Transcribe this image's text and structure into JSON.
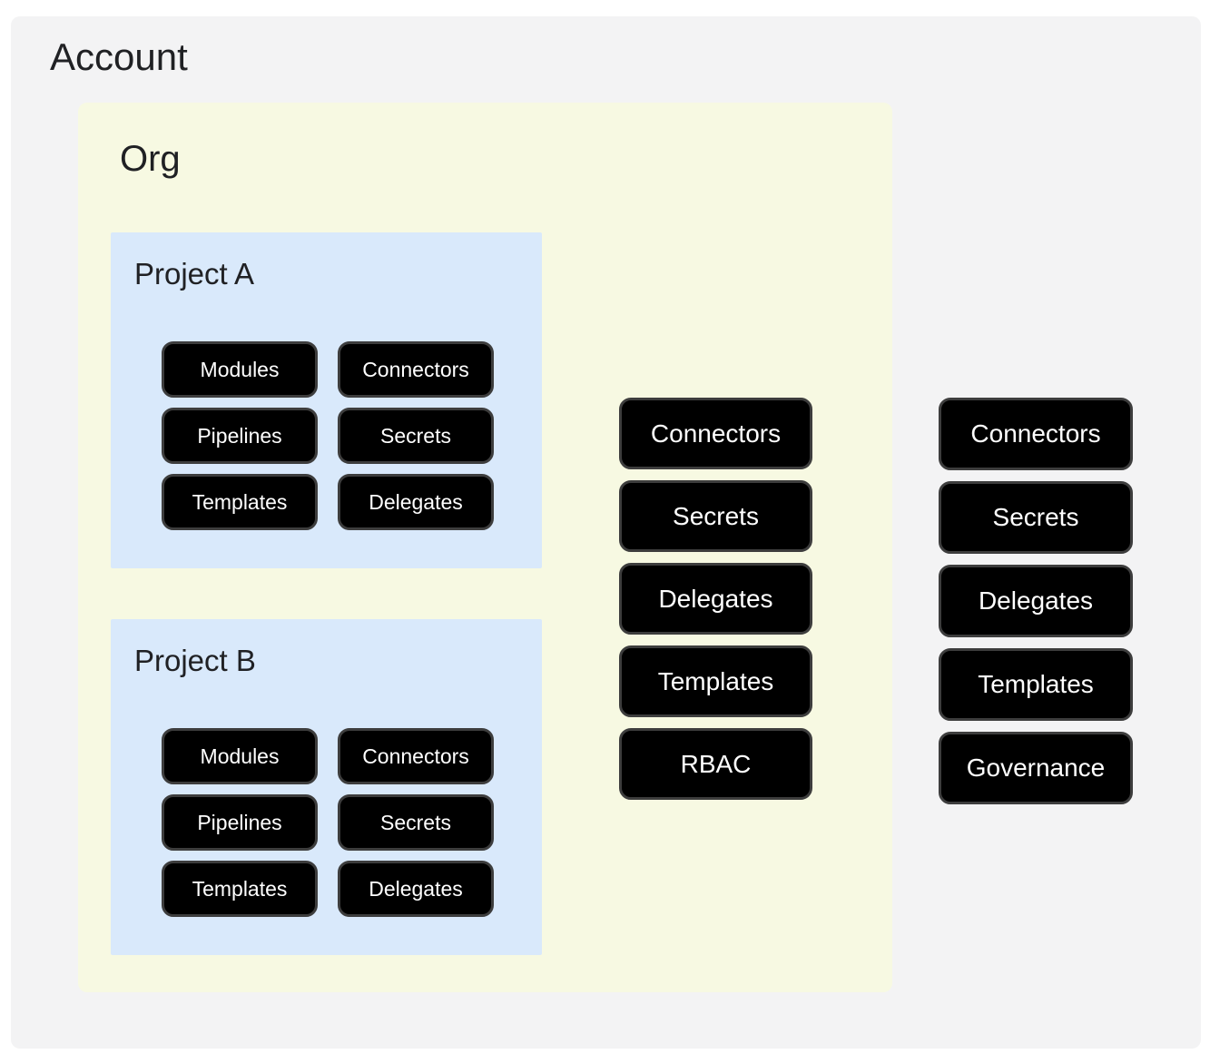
{
  "colors": {
    "page_bg": "#ffffff",
    "account_bg": "#f3f3f4",
    "org_bg": "#f7f9e2",
    "project_bg": "#d9e9fb",
    "pill_bg": "#000000",
    "pill_border": "#3d3d3d",
    "pill_text": "#ffffff",
    "title_text": "#202124"
  },
  "account": {
    "title": "Account",
    "account_buttons": [
      "Connectors",
      "Secrets",
      "Delegates",
      "Templates",
      "Governance"
    ],
    "org": {
      "title": "Org",
      "org_buttons": [
        "Connectors",
        "Secrets",
        "Delegates",
        "Templates",
        "RBAC"
      ],
      "projects": [
        {
          "title": "Project A",
          "buttons": [
            "Modules",
            "Connectors",
            "Pipelines",
            "Secrets",
            "Templates",
            "Delegates"
          ]
        },
        {
          "title": "Project B",
          "buttons": [
            "Modules",
            "Connectors",
            "Pipelines",
            "Secrets",
            "Templates",
            "Delegates"
          ]
        }
      ]
    }
  }
}
